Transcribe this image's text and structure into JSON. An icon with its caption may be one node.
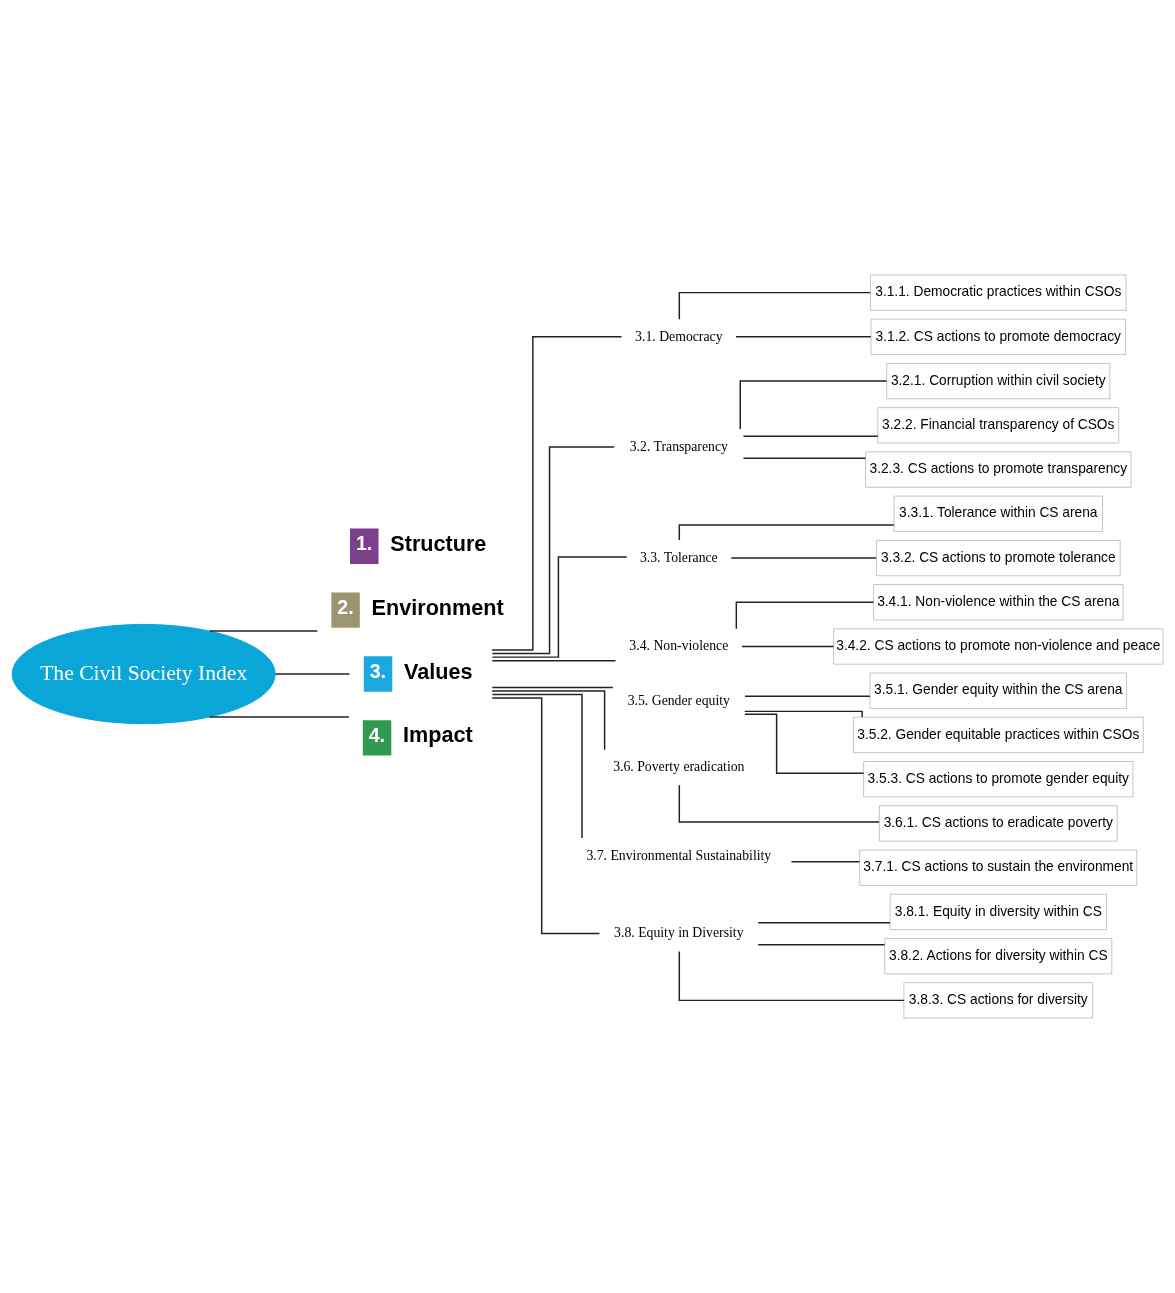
{
  "diagram": {
    "nodes": [
      {
        "text": [
          "1.",
          "Structure"
        ]
      },
      {
        "text": [
          "2.",
          "Environment"
        ]
      },
      {
        "text": [
          "3.1. Democracy"
        ]
      },
      {
        "text": [
          "3.1.1. Democratic practices within CSOs"
        ]
      },
      {
        "text": [
          "3.1.2. CS actions to promote democracy"
        ]
      },
      {
        "text": [
          "3.2. Transparency"
        ]
      },
      {
        "text": [
          "3.2.1. Corruption within civil society"
        ]
      },
      {
        "text": [
          "3.2.2. Financial transparency of CSOs"
        ]
      },
      {
        "text": [
          "3.2.3. CS actions to promote transparency"
        ]
      },
      {
        "text": [
          "3.3. Tolerance"
        ]
      },
      {
        "text": [
          "3.3.1. Tolerance within CS arena"
        ]
      },
      {
        "text": [
          "3.3.2. CS actions to promote tolerance"
        ]
      },
      {
        "text": [
          "3.",
          "Values"
        ]
      },
      {
        "text": [
          "3.4. Non-violence"
        ]
      },
      {
        "text": [
          "3.4.1. Non-violence within the CS arena"
        ]
      },
      {
        "text": [
          "3.4.2. CS actions to promote non-violence and peace"
        ]
      },
      {
        "text": [
          "The Civil Society Index"
        ]
      },
      {
        "text": [
          "3.5. Gender equity"
        ]
      },
      {
        "text": [
          "3.5.1. Gender equity within the CS arena"
        ]
      },
      {
        "text": [
          "3.5.2. Gender equitable practices within CSOs"
        ]
      },
      {
        "text": [
          "3.5.3. CS actions to promote gender equity"
        ]
      },
      {
        "text": [
          "3.6. Poverty eradication"
        ]
      },
      {
        "text": [
          "3.6.1. CS actions to eradicate poverty"
        ]
      },
      {
        "text": [
          "3.7. Environmental Sustainability"
        ]
      },
      {
        "text": [
          "3.7.1. CS actions to sustain the environment"
        ]
      },
      {
        "text": [
          "3.8. Equity in Diversity"
        ]
      },
      {
        "text": [
          "3.8.1. Equity in diversity within CS"
        ]
      },
      {
        "text": [
          "3.8.2. Actions for diversity within CS"
        ]
      },
      {
        "text": [
          "3.8.3. CS actions for diversity"
        ]
      },
      {
        "text": [
          "4.",
          "Impact"
        ]
      }
    ],
    "edges": [
      {
        "from": 16,
        "to": 1,
        "arrow": "none"
      },
      {
        "from": 16,
        "to": 12,
        "arrow": "none"
      },
      {
        "from": 16,
        "to": 29,
        "arrow": "none"
      },
      {
        "from": 12,
        "to": 2,
        "arrow": "none"
      },
      {
        "from": 12,
        "to": 5,
        "arrow": "none"
      },
      {
        "from": 12,
        "to": 9,
        "arrow": "none"
      },
      {
        "from": 12,
        "to": 13,
        "arrow": "none"
      },
      {
        "from": 12,
        "to": 17,
        "arrow": "none"
      },
      {
        "from": 12,
        "to": 21,
        "arrow": "none"
      },
      {
        "from": 12,
        "to": 23,
        "arrow": "none"
      },
      {
        "from": 12,
        "to": 25,
        "arrow": "none"
      },
      {
        "from": 2,
        "to": 3,
        "arrow": "none"
      },
      {
        "from": 2,
        "to": 4,
        "arrow": "none"
      },
      {
        "from": 5,
        "to": 6,
        "arrow": "none"
      },
      {
        "from": 5,
        "to": 7,
        "arrow": "none"
      },
      {
        "from": 5,
        "to": 8,
        "arrow": "none"
      },
      {
        "from": 9,
        "to": 10,
        "arrow": "none"
      },
      {
        "from": 9,
        "to": 11,
        "arrow": "none"
      },
      {
        "from": 13,
        "to": 14,
        "arrow": "none"
      },
      {
        "from": 13,
        "to": 15,
        "arrow": "none"
      },
      {
        "from": 17,
        "to": 18,
        "arrow": "none"
      },
      {
        "from": 17,
        "to": 19,
        "arrow": "none"
      },
      {
        "from": 17,
        "to": 20,
        "arrow": "none"
      },
      {
        "from": 21,
        "to": 22,
        "arrow": "none"
      },
      {
        "from": 23,
        "to": 24,
        "arrow": "none"
      },
      {
        "from": 25,
        "to": 26,
        "arrow": "none"
      },
      {
        "from": 25,
        "to": 27,
        "arrow": "none"
      },
      {
        "from": 25,
        "to": 28,
        "arrow": "none"
      }
    ]
  }
}
